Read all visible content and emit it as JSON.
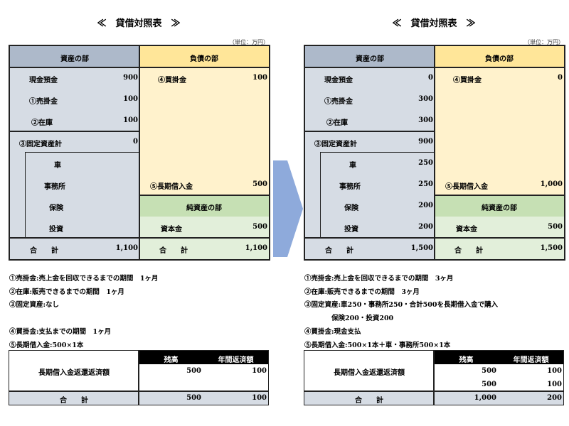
{
  "colors": {
    "asset_header": "#adb9ca",
    "asset_body": "#d6dce4",
    "liab_header": "#ffe699",
    "liab_body": "#fff2cc",
    "equity_header": "#c6e0b4",
    "equity_body": "#e2efda",
    "arrow": "#8eaadb",
    "table_header": "#000000",
    "table_total": "#d6dce4"
  },
  "sheets": [
    {
      "title": "≪　貸借対照表　≫",
      "unit": "（単位：万円）",
      "assets_header": "資産の部",
      "liabilities_header": "負債の部",
      "equity_header": "純資産の部",
      "current_assets": [
        {
          "label": "現金預金",
          "value": "900"
        },
        {
          "label": "①売掛金",
          "value": "100"
        },
        {
          "label": "②在庫",
          "value": "100"
        }
      ],
      "fixed_total": {
        "label": "③固定資産計",
        "value": "0"
      },
      "fixed_items": [
        {
          "label": "車",
          "value": ""
        },
        {
          "label": "事務所",
          "value": ""
        },
        {
          "label": "保険",
          "value": ""
        },
        {
          "label": "投資",
          "value": ""
        }
      ],
      "payables": {
        "label": "④買掛金",
        "value": "100"
      },
      "long_term_loan": {
        "label": "⑤長期借入金",
        "value": "500"
      },
      "capital": {
        "label": "資本金",
        "value": "500"
      },
      "asset_total": {
        "label": "合　　計",
        "value": "1,100"
      },
      "liab_total": {
        "label": "合　　計",
        "value": "1,100"
      },
      "notes": [
        "①売掛金:売上金を回収できるまでの期間　1ヶ月",
        "②在庫:販売できるまでの期間　1ヶ月",
        "③固定資産:なし",
        "",
        "④買掛金:支払までの期間　1ヶ月",
        "⑤長期借入金:500×1本"
      ],
      "loan_table": {
        "row_label": "長期借入金返還返済額",
        "col_balance": "残高",
        "col_annual": "年間返済額",
        "rows": [
          {
            "balance": "500",
            "annual": "100"
          },
          {
            "balance": "",
            "annual": ""
          }
        ],
        "total_label": "合　　計",
        "total_balance": "500",
        "total_annual": "100"
      }
    },
    {
      "title": "≪　貸借対照表　≫",
      "unit": "（単位：万円）",
      "assets_header": "資産の部",
      "liabilities_header": "負債の部",
      "equity_header": "純資産の部",
      "current_assets": [
        {
          "label": "現金預金",
          "value": "0"
        },
        {
          "label": "①売掛金",
          "value": "300"
        },
        {
          "label": "②在庫",
          "value": "300"
        }
      ],
      "fixed_total": {
        "label": "③固定資産計",
        "value": "900"
      },
      "fixed_items": [
        {
          "label": "車",
          "value": "250"
        },
        {
          "label": "事務所",
          "value": "250"
        },
        {
          "label": "保険",
          "value": "200"
        },
        {
          "label": "投資",
          "value": "200"
        }
      ],
      "payables": {
        "label": "④買掛金",
        "value": "0"
      },
      "long_term_loan": {
        "label": "⑤長期借入金",
        "value": "1,000"
      },
      "capital": {
        "label": "資本金",
        "value": "500"
      },
      "asset_total": {
        "label": "合　　計",
        "value": "1,500"
      },
      "liab_total": {
        "label": "合　　計",
        "value": "1,500"
      },
      "notes": [
        "①売掛金:売上金を回収できるまでの期間　3ヶ月",
        "②在庫:販売できるまでの期間　3ヶ月",
        "③固定資産:車250・事務所250・合計500を長期借入金で購入",
        "　　　　保険200・投資200",
        "④買掛金:現金支払",
        "⑤長期借入金:500×1本＋車・事務所500×1本"
      ],
      "loan_table": {
        "row_label": "長期借入金返還返済額",
        "col_balance": "残高",
        "col_annual": "年間返済額",
        "rows": [
          {
            "balance": "500",
            "annual": "100"
          },
          {
            "balance": "500",
            "annual": "100"
          }
        ],
        "total_label": "合　　計",
        "total_balance": "1,000",
        "total_annual": "200"
      }
    }
  ]
}
